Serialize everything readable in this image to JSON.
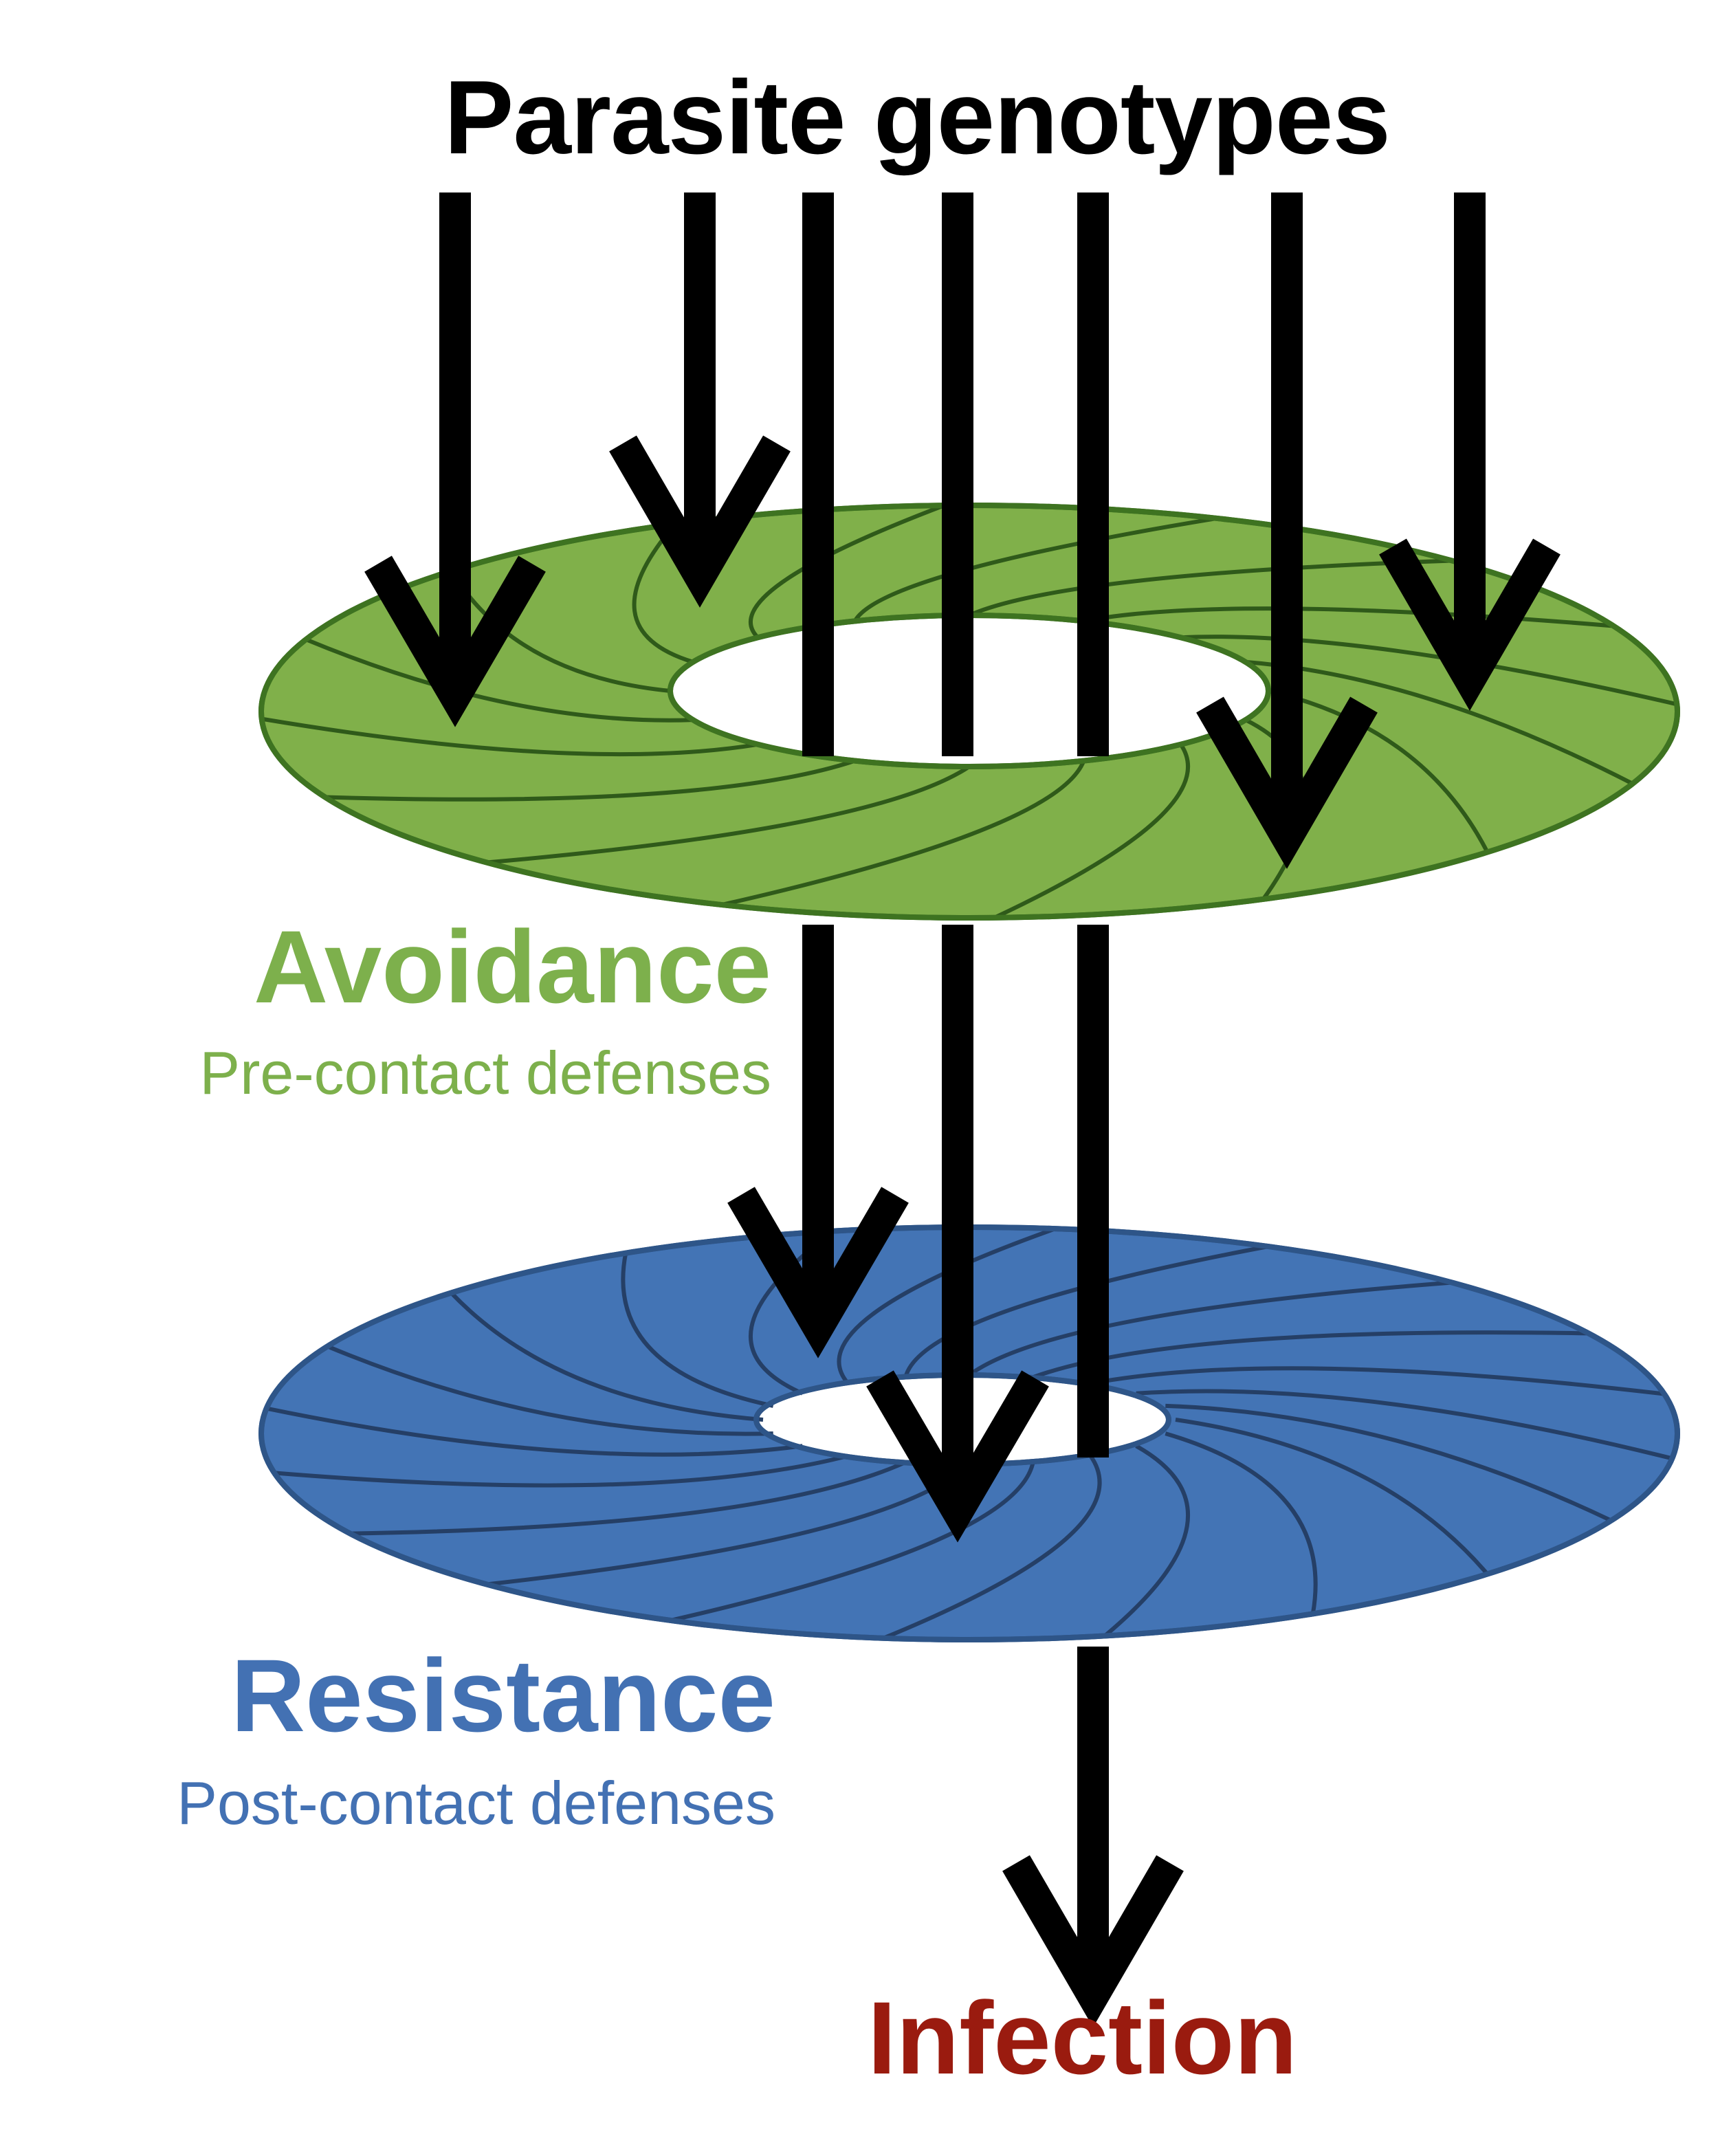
{
  "title": "Parasite genotypes",
  "avoidance": {
    "label": "Avoidance",
    "sublabel": "Pre-contact defenses",
    "fill": "#80b04a",
    "stroke": "#3e7321",
    "vane": "#2f5a1a"
  },
  "resistance": {
    "label": "Resistance",
    "sublabel": "Post-contact defenses",
    "fill": "#4374b5",
    "stroke": "#2e5588",
    "vane": "#253f66"
  },
  "outcome": {
    "label": "Infection",
    "color": "#9a1b0f"
  },
  "arrow_color": "#000000"
}
